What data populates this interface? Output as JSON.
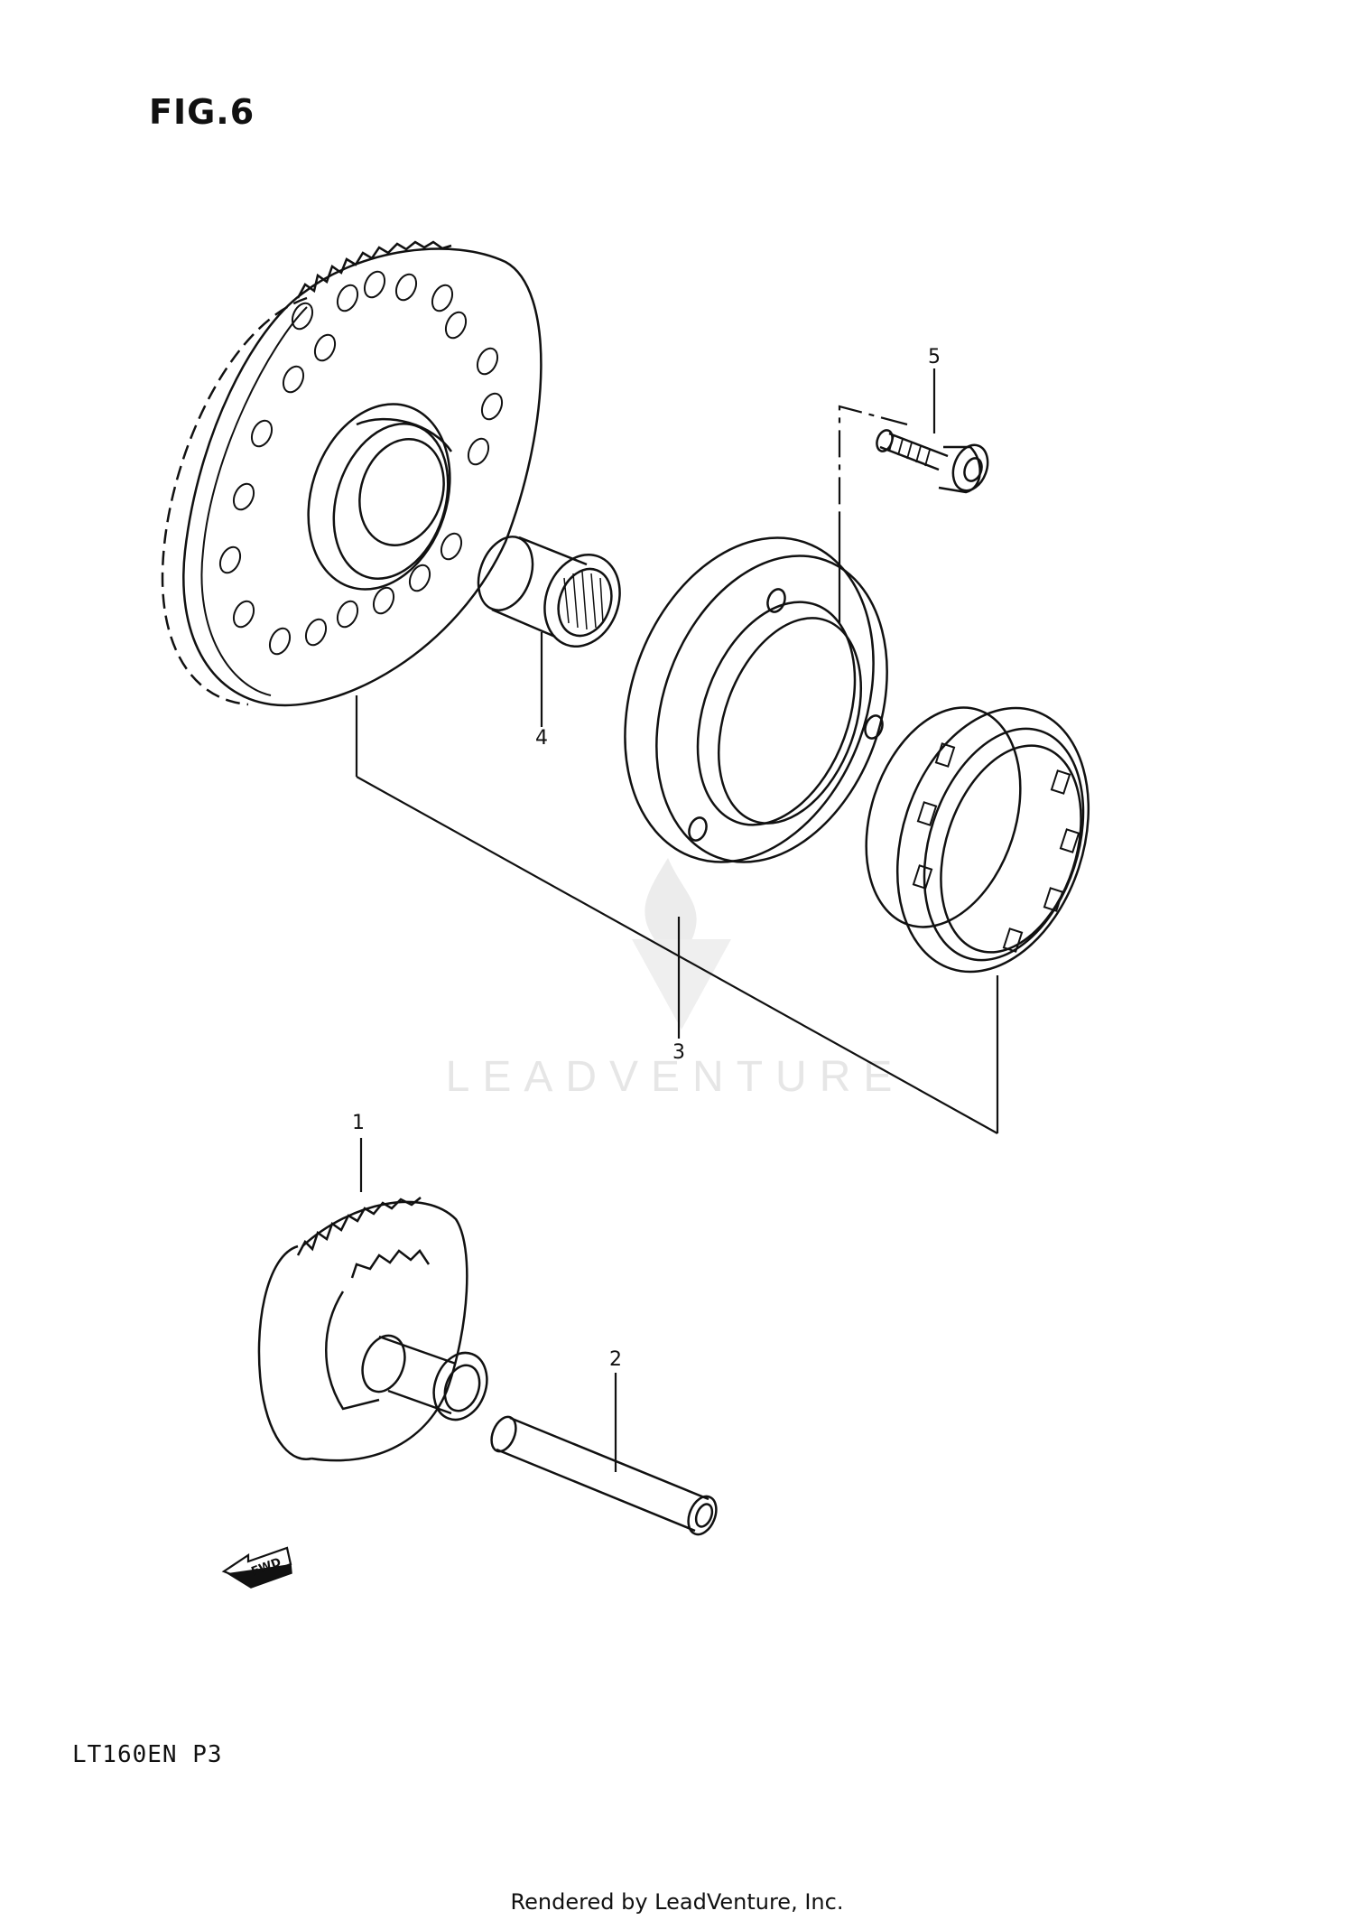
{
  "figure_title": "FIG.6",
  "part_code": "LT160EN P3",
  "footer_text": "Rendered by LeadVenture, Inc.",
  "watermark_text": "LEADVENTURE",
  "fwd_label": "FWD",
  "callouts": {
    "c1": "1",
    "c2": "2",
    "c3": "3",
    "c4": "4",
    "c5": "5"
  }
}
